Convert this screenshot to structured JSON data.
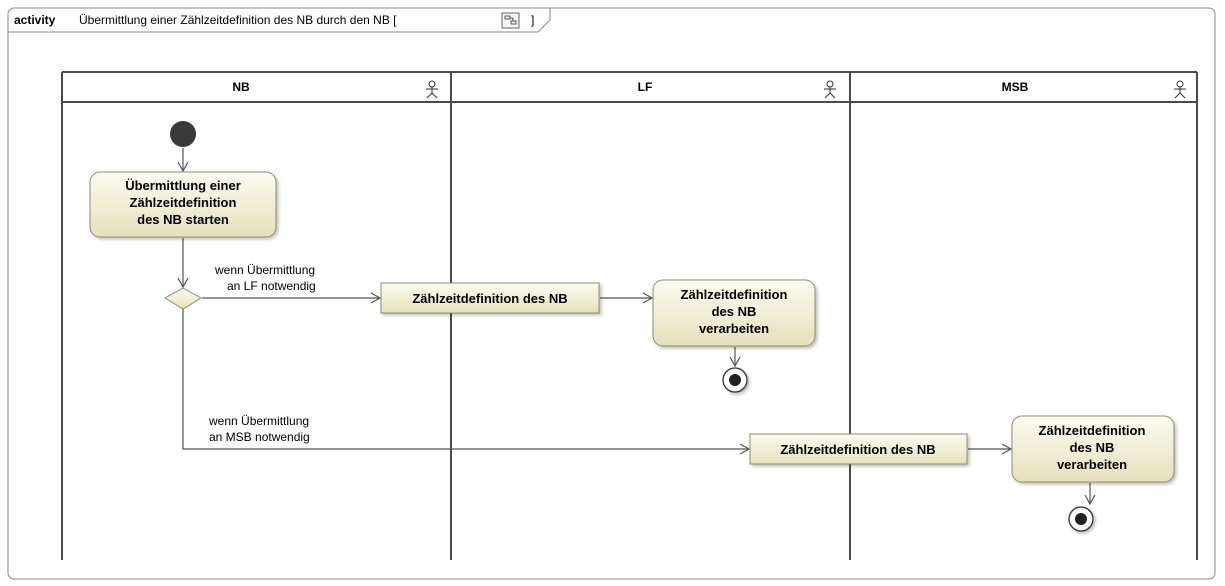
{
  "frame": {
    "keyword": "activity",
    "title": "Übermittlung einer Zählzeitdefinition des NB durch den NB [",
    "closing": "]",
    "icon": "activity-diagram-icon"
  },
  "lanes": [
    {
      "id": "nb",
      "title": "NB",
      "icon": "actor-icon"
    },
    {
      "id": "lf",
      "title": "LF",
      "icon": "actor-icon"
    },
    {
      "id": "msb",
      "title": "MSB",
      "icon": "actor-icon"
    }
  ],
  "actions": {
    "start": {
      "lines": [
        "Übermittlung einer",
        "Zählzeitdefinition",
        "des NB starten"
      ]
    },
    "lf_process": {
      "lines": [
        "Zählzeitdefinition",
        "des NB",
        "verarbeiten"
      ]
    },
    "msb_process": {
      "lines": [
        "Zählzeitdefinition",
        "des NB",
        "verarbeiten"
      ]
    }
  },
  "objects": {
    "lf_object": {
      "label": "Zählzeitdefinition des NB"
    },
    "msb_object": {
      "label": "Zählzeitdefinition des NB"
    }
  },
  "guards": {
    "lf": {
      "lines": [
        "wenn Übermittlung",
        "an LF notwendig"
      ]
    },
    "msb": {
      "lines": [
        "wenn Übermittlung",
        "an MSB notwendig"
      ]
    }
  },
  "colors": {
    "node_fill_top": "#fbfbef",
    "node_fill_bottom": "#e7e3c1",
    "node_stroke": "#8f8f6d",
    "line": "#555555",
    "initial": "#3a3a3a"
  }
}
